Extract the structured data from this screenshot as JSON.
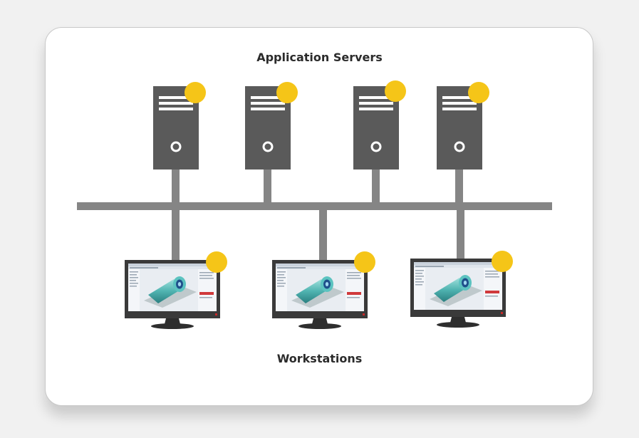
{
  "diagram": {
    "servers_label": "Application Servers",
    "workstations_label": "Workstations",
    "servers": [
      {
        "icon": "server-icon",
        "badge": "yellow-status-dot"
      },
      {
        "icon": "server-icon",
        "badge": "yellow-status-dot"
      },
      {
        "icon": "server-icon",
        "badge": "yellow-status-dot"
      },
      {
        "icon": "server-icon",
        "badge": "yellow-status-dot"
      }
    ],
    "workstations": [
      {
        "icon": "monitor-icon",
        "screen": "cad-application-screenshot",
        "badge": "yellow-status-dot"
      },
      {
        "icon": "monitor-icon",
        "screen": "cad-application-screenshot",
        "badge": "yellow-status-dot"
      },
      {
        "icon": "monitor-icon",
        "screen": "cad-application-screenshot",
        "badge": "yellow-status-dot"
      }
    ],
    "colors": {
      "background": "#f1f1f1",
      "card": "#ffffff",
      "server_body": "#5a5a5a",
      "network_bus": "#858585",
      "status_dot": "#f5c518",
      "monitor_frame": "#3a3a3a",
      "cad_part": "#4fb3b0"
    }
  }
}
